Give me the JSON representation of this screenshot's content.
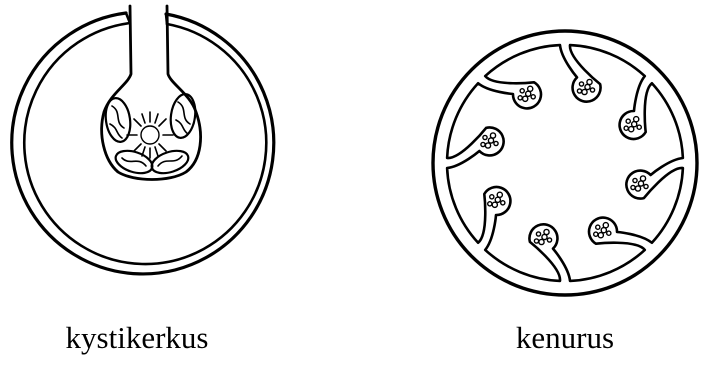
{
  "figures": [
    {
      "label": "kystikerkus",
      "protoscolex_count": 1
    },
    {
      "label": "kenurus",
      "protoscolex_count": 8
    }
  ],
  "colors": {
    "ink": "#000000",
    "paper": "#ffffff"
  }
}
